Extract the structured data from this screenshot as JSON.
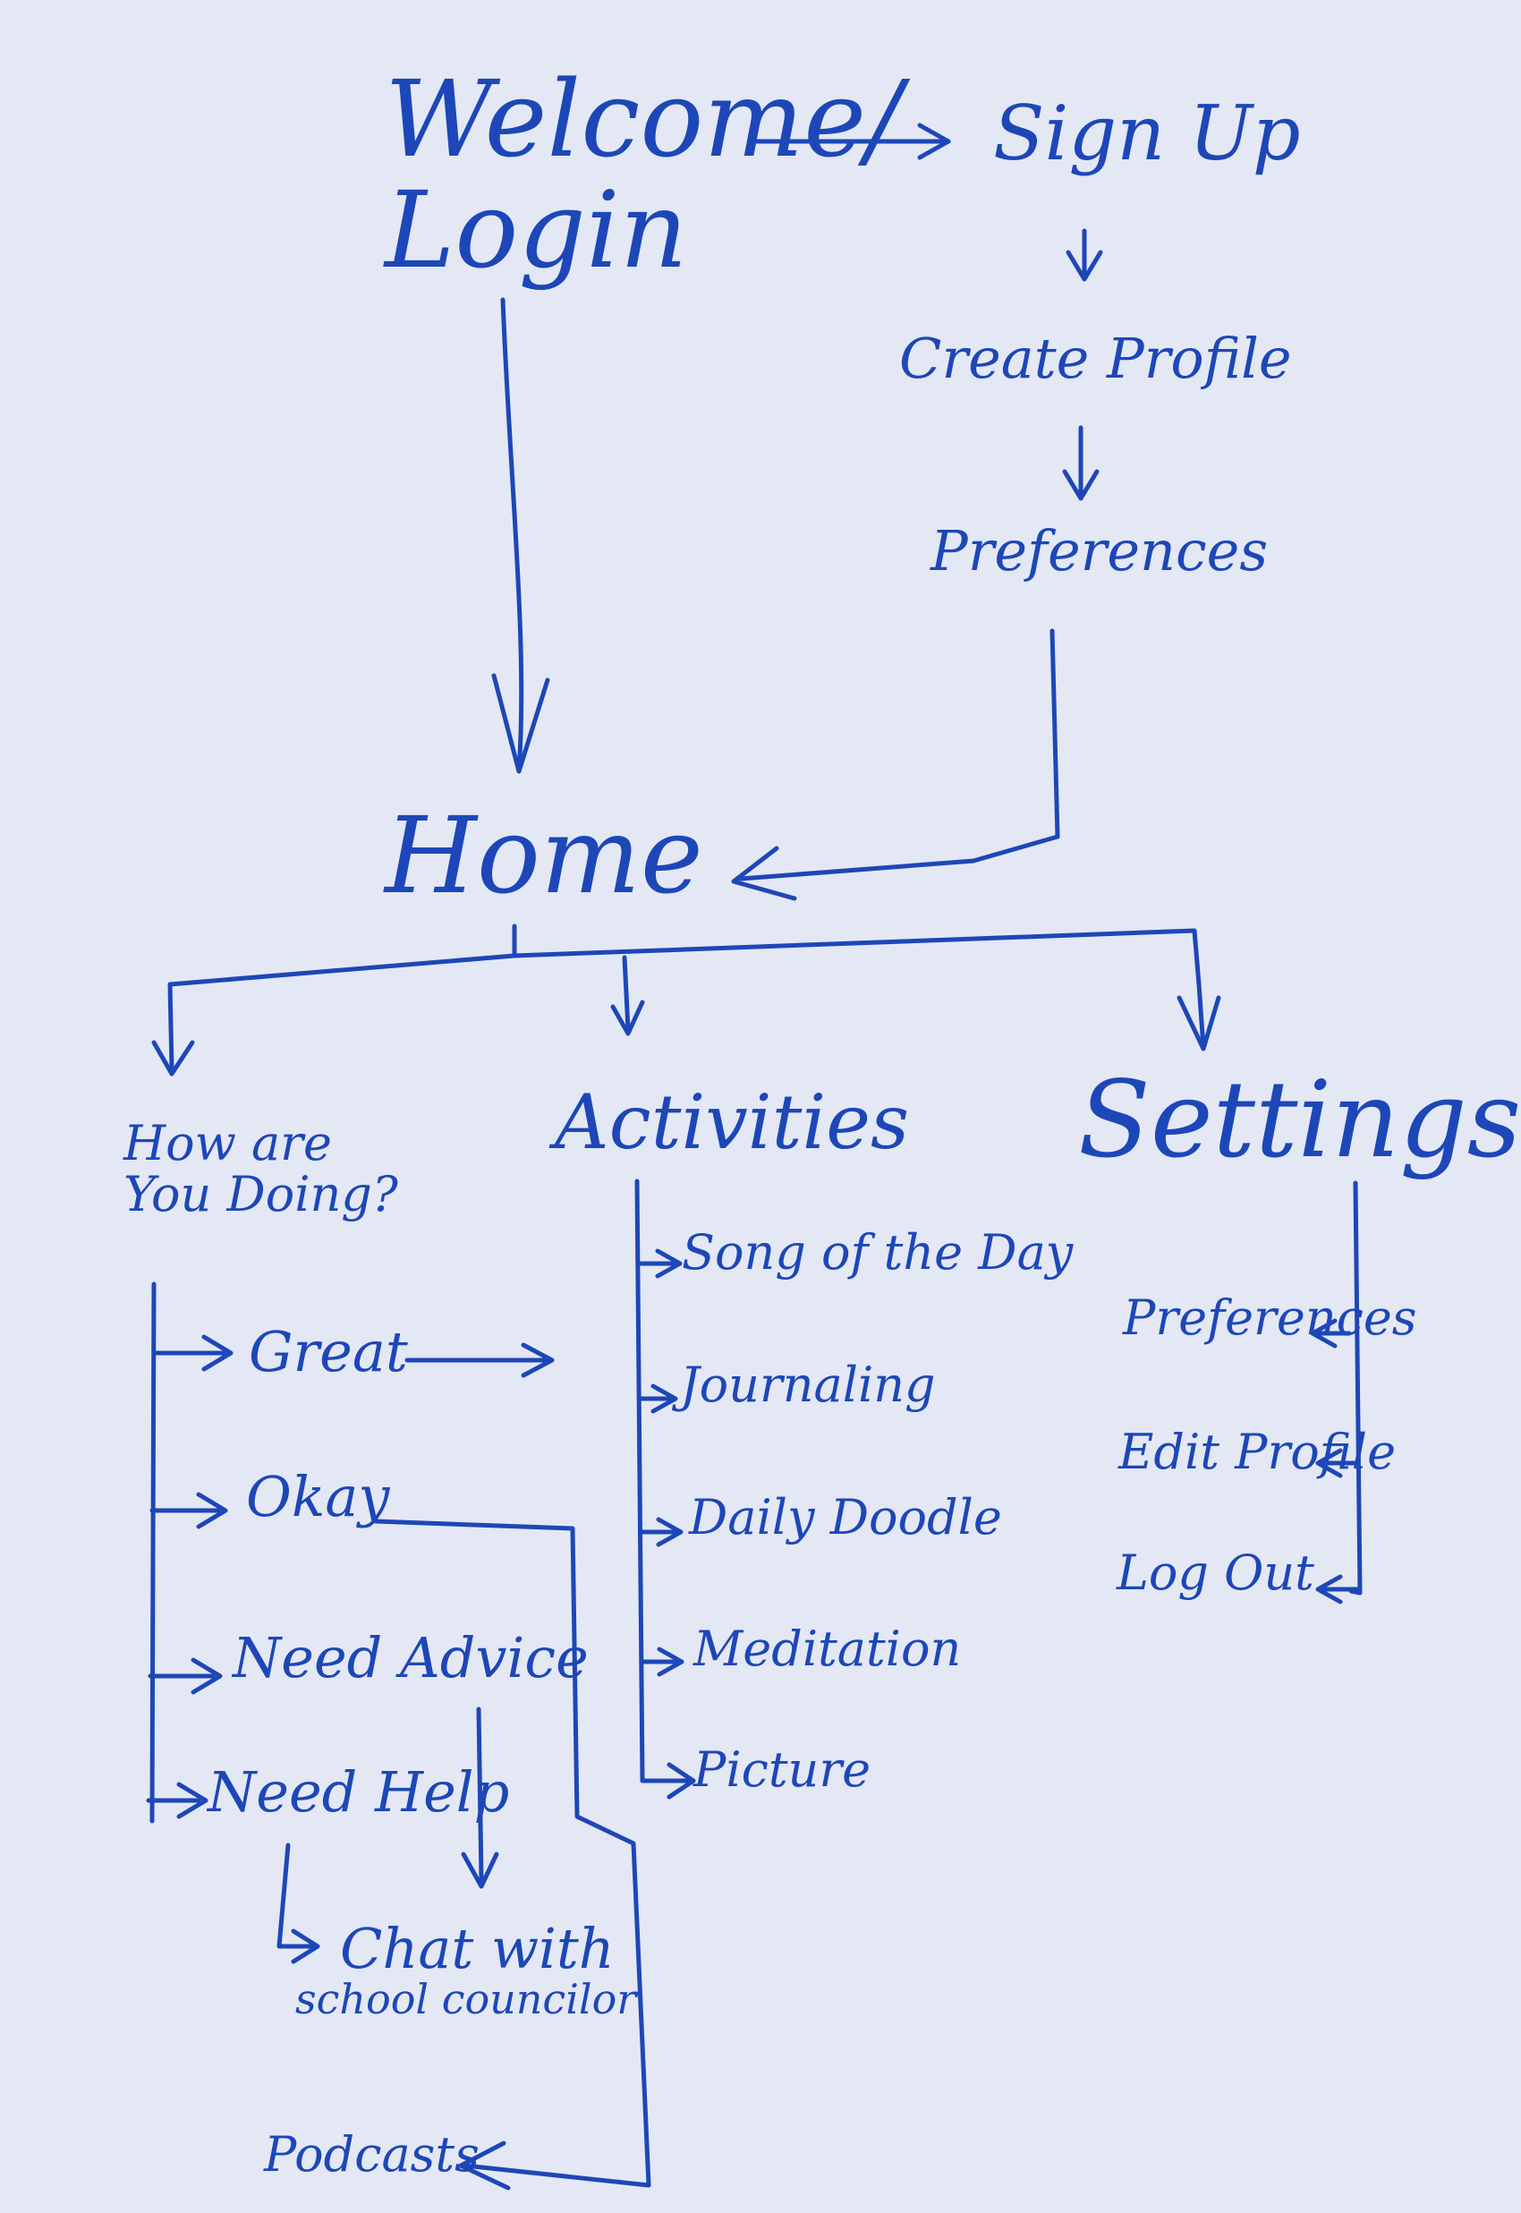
{
  "colors": {
    "background": "#e4e8f4",
    "ink": "#1d47b8"
  },
  "nodes": {
    "welcome_line1": "Welcome/",
    "welcome_line2": "Login",
    "sign_up": "Sign Up",
    "create_profile": "Create Profile",
    "preferences_signup": "Preferences",
    "home": "Home",
    "how_line1": "How are",
    "how_line2": "You Doing?",
    "activities": "Activities",
    "settings": "Settings",
    "great": "Great",
    "okay": "Okay",
    "need_advice": "Need Advice",
    "need_help": "Need Help",
    "chat_line1": "Chat with",
    "chat_line2": "school councilor",
    "podcasts": "Podcasts",
    "song_of_the_day": "Song of the Day",
    "journaling": "Journaling",
    "daily_doodle": "Daily Doodle",
    "meditation": "Meditation",
    "picture": "Picture",
    "preferences_settings": "Preferences",
    "edit_profile": "Edit Profile",
    "log_out": "Log Out"
  }
}
